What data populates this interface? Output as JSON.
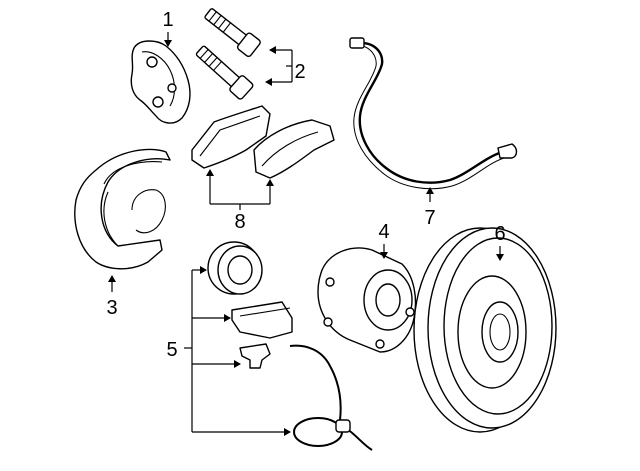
{
  "diagram": {
    "callouts": [
      {
        "id": "caliper-bracket",
        "number": "1"
      },
      {
        "id": "caliper-bolts",
        "number": "2"
      },
      {
        "id": "splash-shield",
        "number": "3"
      },
      {
        "id": "hub-bearing",
        "number": "4"
      },
      {
        "id": "hub-components-group",
        "number": "5"
      },
      {
        "id": "brake-rotor",
        "number": "6"
      },
      {
        "id": "brake-hose",
        "number": "7"
      },
      {
        "id": "brake-pads",
        "number": "8"
      }
    ]
  }
}
